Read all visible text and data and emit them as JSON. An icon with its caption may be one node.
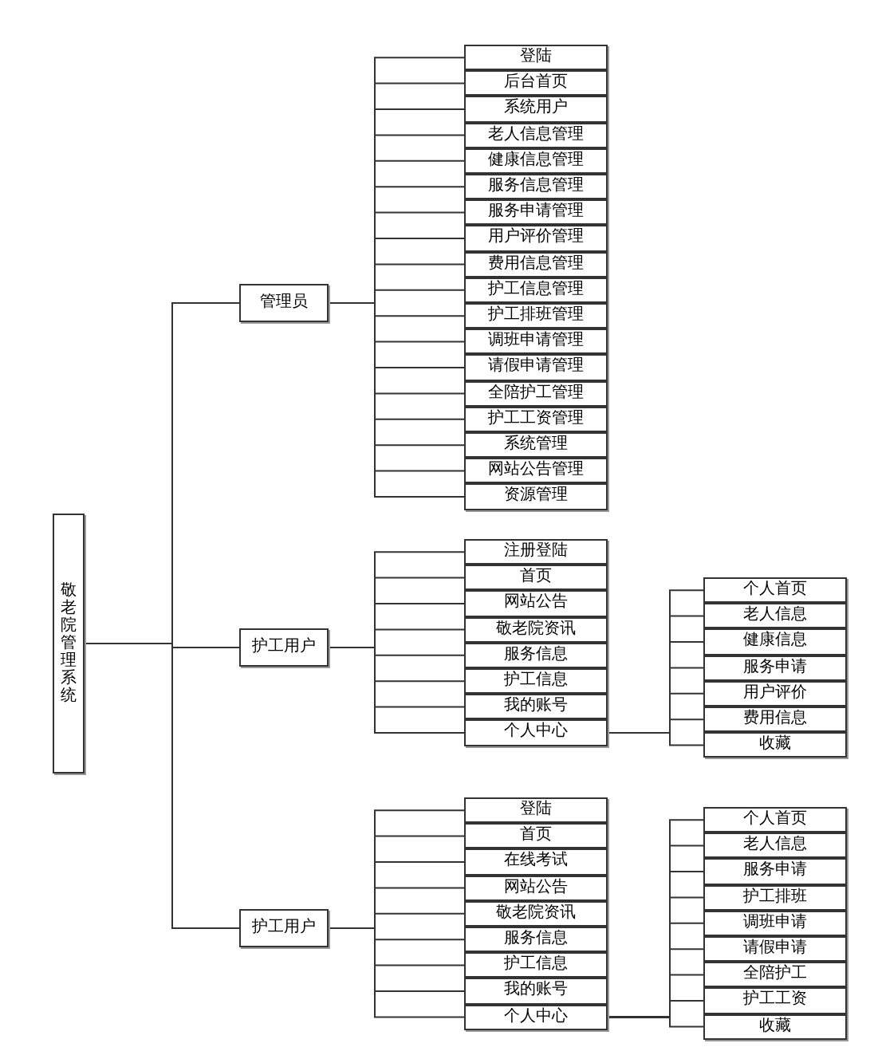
{
  "diagram": {
    "nodes": [
      {
        "text": [
          "敬老院管理系统"
        ]
      },
      {
        "text": [
          "管理员"
        ]
      },
      {
        "text": [
          "登陆"
        ]
      },
      {
        "text": [
          "后台首页"
        ]
      },
      {
        "text": [
          "系统用户"
        ]
      },
      {
        "text": [
          "老人信息管理"
        ]
      },
      {
        "text": [
          "健康信息管理"
        ]
      },
      {
        "text": [
          "服务信息管理"
        ]
      },
      {
        "text": [
          "服务申请管理"
        ]
      },
      {
        "text": [
          "用户评价管理"
        ]
      },
      {
        "text": [
          "费用信息管理"
        ]
      },
      {
        "text": [
          "护工信息管理"
        ]
      },
      {
        "text": [
          "护工排班管理"
        ]
      },
      {
        "text": [
          "调班申请管理"
        ]
      },
      {
        "text": [
          "请假申请管理"
        ]
      },
      {
        "text": [
          "全陪护工管理"
        ]
      },
      {
        "text": [
          "护工工资管理"
        ]
      },
      {
        "text": [
          "系统管理"
        ]
      },
      {
        "text": [
          "网站公告管理"
        ]
      },
      {
        "text": [
          "资源管理"
        ]
      },
      {
        "text": [
          "护工用户"
        ]
      },
      {
        "text": [
          "注册登陆"
        ]
      },
      {
        "text": [
          "首页"
        ]
      },
      {
        "text": [
          "网站公告"
        ]
      },
      {
        "text": [
          "敬老院资讯"
        ]
      },
      {
        "text": [
          "服务信息"
        ]
      },
      {
        "text": [
          "护工信息"
        ]
      },
      {
        "text": [
          "我的账号"
        ]
      },
      {
        "text": [
          "个人中心"
        ]
      },
      {
        "text": [
          "个人首页"
        ]
      },
      {
        "text": [
          "老人信息"
        ]
      },
      {
        "text": [
          "健康信息"
        ]
      },
      {
        "text": [
          "服务申请"
        ]
      },
      {
        "text": [
          "用户评价"
        ]
      },
      {
        "text": [
          "费用信息"
        ]
      },
      {
        "text": [
          "收藏"
        ]
      },
      {
        "text": [
          "护工用户"
        ]
      },
      {
        "text": [
          "登陆"
        ]
      },
      {
        "text": [
          "首页"
        ]
      },
      {
        "text": [
          "在线考试"
        ]
      },
      {
        "text": [
          "网站公告"
        ]
      },
      {
        "text": [
          "敬老院资讯"
        ]
      },
      {
        "text": [
          "服务信息"
        ]
      },
      {
        "text": [
          "护工信息"
        ]
      },
      {
        "text": [
          "我的账号"
        ]
      },
      {
        "text": [
          "个人中心"
        ]
      },
      {
        "text": [
          "个人首页"
        ]
      },
      {
        "text": [
          "老人信息"
        ]
      },
      {
        "text": [
          "服务申请"
        ]
      },
      {
        "text": [
          "护工排班"
        ]
      },
      {
        "text": [
          "调班申请"
        ]
      },
      {
        "text": [
          "请假申请"
        ]
      },
      {
        "text": [
          "全陪护工"
        ]
      },
      {
        "text": [
          "护工工资"
        ]
      },
      {
        "text": [
          "收藏"
        ]
      }
    ],
    "edges": [
      {
        "from": 0,
        "to": 1,
        "arrow": "none"
      },
      {
        "from": 0,
        "to": 20,
        "arrow": "none"
      },
      {
        "from": 0,
        "to": 36,
        "arrow": "none"
      },
      {
        "from": 1,
        "to": 2,
        "arrow": "none"
      },
      {
        "from": 1,
        "to": 3,
        "arrow": "none"
      },
      {
        "from": 1,
        "to": 4,
        "arrow": "none"
      },
      {
        "from": 1,
        "to": 5,
        "arrow": "none"
      },
      {
        "from": 1,
        "to": 6,
        "arrow": "none"
      },
      {
        "from": 1,
        "to": 7,
        "arrow": "none"
      },
      {
        "from": 1,
        "to": 8,
        "arrow": "none"
      },
      {
        "from": 1,
        "to": 9,
        "arrow": "none"
      },
      {
        "from": 1,
        "to": 10,
        "arrow": "none"
      },
      {
        "from": 1,
        "to": 11,
        "arrow": "none"
      },
      {
        "from": 1,
        "to": 12,
        "arrow": "none"
      },
      {
        "from": 1,
        "to": 13,
        "arrow": "none"
      },
      {
        "from": 1,
        "to": 14,
        "arrow": "none"
      },
      {
        "from": 1,
        "to": 15,
        "arrow": "none"
      },
      {
        "from": 1,
        "to": 16,
        "arrow": "none"
      },
      {
        "from": 1,
        "to": 17,
        "arrow": "none"
      },
      {
        "from": 1,
        "to": 18,
        "arrow": "none"
      },
      {
        "from": 1,
        "to": 19,
        "arrow": "none"
      },
      {
        "from": 20,
        "to": 21,
        "arrow": "none"
      },
      {
        "from": 20,
        "to": 22,
        "arrow": "none"
      },
      {
        "from": 20,
        "to": 23,
        "arrow": "none"
      },
      {
        "from": 20,
        "to": 24,
        "arrow": "none"
      },
      {
        "from": 20,
        "to": 25,
        "arrow": "none"
      },
      {
        "from": 20,
        "to": 26,
        "arrow": "none"
      },
      {
        "from": 20,
        "to": 27,
        "arrow": "none"
      },
      {
        "from": 20,
        "to": 28,
        "arrow": "none"
      },
      {
        "from": 28,
        "to": 29,
        "arrow": "none"
      },
      {
        "from": 28,
        "to": 30,
        "arrow": "none"
      },
      {
        "from": 28,
        "to": 31,
        "arrow": "none"
      },
      {
        "from": 28,
        "to": 32,
        "arrow": "none"
      },
      {
        "from": 28,
        "to": 33,
        "arrow": "none"
      },
      {
        "from": 28,
        "to": 34,
        "arrow": "none"
      },
      {
        "from": 28,
        "to": 35,
        "arrow": "none"
      },
      {
        "from": 36,
        "to": 37,
        "arrow": "none"
      },
      {
        "from": 36,
        "to": 38,
        "arrow": "none"
      },
      {
        "from": 36,
        "to": 39,
        "arrow": "none"
      },
      {
        "from": 36,
        "to": 40,
        "arrow": "none"
      },
      {
        "from": 36,
        "to": 41,
        "arrow": "none"
      },
      {
        "from": 36,
        "to": 42,
        "arrow": "none"
      },
      {
        "from": 36,
        "to": 43,
        "arrow": "none"
      },
      {
        "from": 36,
        "to": 44,
        "arrow": "none"
      },
      {
        "from": 36,
        "to": 45,
        "arrow": "none"
      },
      {
        "from": 45,
        "to": 46,
        "arrow": "none"
      },
      {
        "from": 45,
        "to": 47,
        "arrow": "none"
      },
      {
        "from": 45,
        "to": 48,
        "arrow": "none"
      },
      {
        "from": 45,
        "to": 49,
        "arrow": "none"
      },
      {
        "from": 45,
        "to": 50,
        "arrow": "none"
      },
      {
        "from": 45,
        "to": 51,
        "arrow": "none"
      },
      {
        "from": 45,
        "to": 52,
        "arrow": "none"
      },
      {
        "from": 45,
        "to": 53,
        "arrow": "none"
      },
      {
        "from": 45,
        "to": 54,
        "arrow": "none"
      }
    ]
  }
}
